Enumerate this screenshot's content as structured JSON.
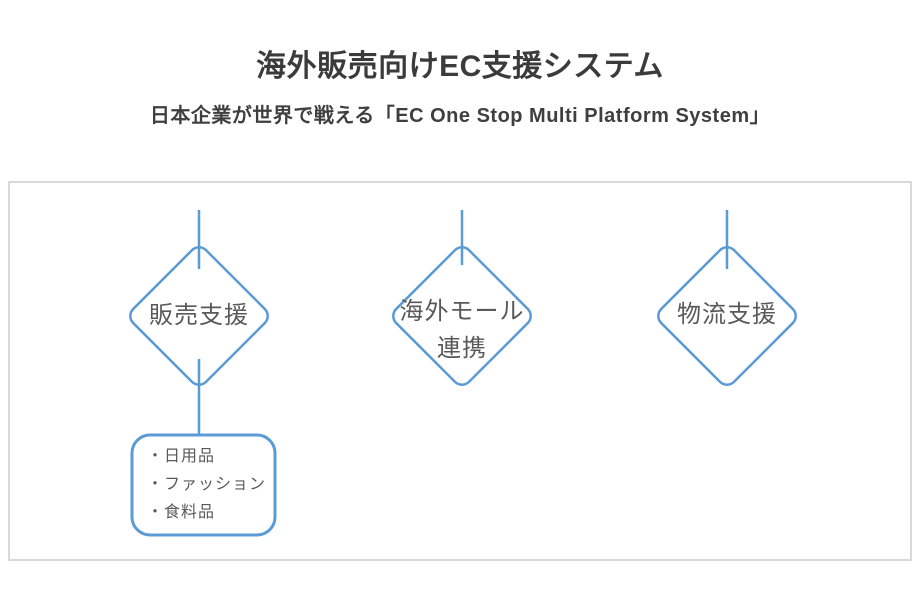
{
  "header": {
    "title": "海外販売向けEC支援システム",
    "subtitle": "日本企業が世界で戦える「EC One Stop Multi Platform System」"
  },
  "colors": {
    "accent_blue": "#5B9BD5",
    "title_text": "#3b3b3b",
    "shape_text": "#595959",
    "panel_border": "#d9d9d9"
  },
  "diagram": {
    "nodes": [
      {
        "label_lines": [
          "販売支援"
        ]
      },
      {
        "label_lines": [
          "海外モール",
          "連携"
        ]
      },
      {
        "label_lines": [
          "物流支援"
        ]
      }
    ],
    "detail_box": {
      "items": [
        "・日用品",
        "・ファッション",
        "・食料品"
      ]
    }
  }
}
